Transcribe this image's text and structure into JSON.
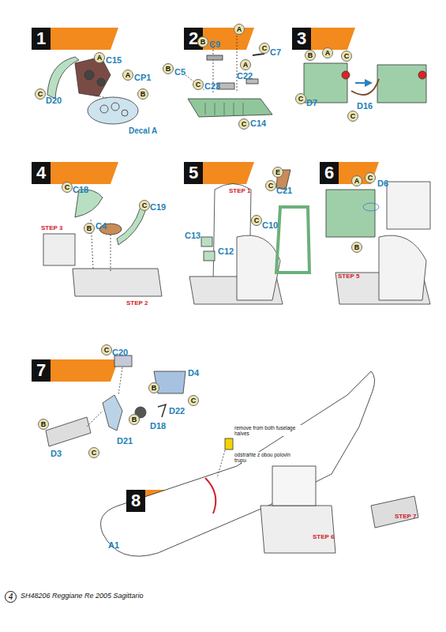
{
  "diagram": {
    "nodes": [
      {
        "text": [
          "1"
        ]
      },
      {
        "text": [
          "2"
        ]
      },
      {
        "text": [
          "3"
        ]
      },
      {
        "text": [
          "4"
        ]
      },
      {
        "text": [
          "5"
        ]
      },
      {
        "text": [
          "6"
        ]
      },
      {
        "text": [
          "7"
        ]
      },
      {
        "text": [
          "8"
        ]
      }
    ],
    "labels": [
      "A",
      "C15",
      "A",
      "CP1",
      "B",
      "C",
      "D20",
      "Decal A",
      "B",
      "C9",
      "A",
      "B",
      "C5",
      "C",
      "C23",
      "C",
      "C7",
      "A",
      "C22",
      "C",
      "C14",
      "A",
      "B",
      "C",
      "C",
      "D7",
      "D16",
      "C",
      "C",
      "C18",
      "C",
      "C19",
      "B",
      "C4",
      "STEP 3",
      "STEP 2",
      "STEP 1",
      "E",
      "C",
      "C21",
      "C",
      "C10",
      "C13",
      "C12",
      "A",
      "C",
      "D6",
      "B",
      "STEP 5",
      "C",
      "C20",
      "D4",
      "B",
      "C",
      "D22",
      "B",
      "D18",
      "D21",
      "B",
      "D3",
      "C",
      "remove from both fuselage halves",
      "odstraňte z obou polovin trupu",
      "STEP 7",
      "STEP 6",
      "A1",
      "4",
      "SH48206 Reggiane Re 2005 Sagittario"
    ]
  }
}
